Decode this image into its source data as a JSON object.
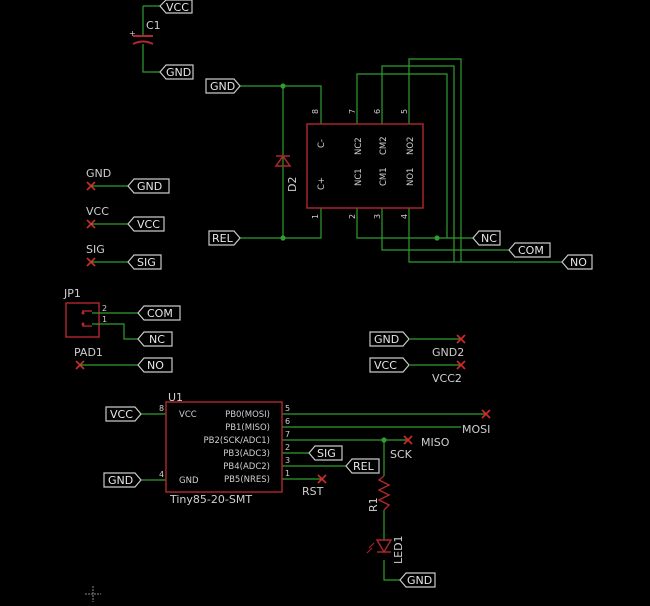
{
  "parts": {
    "c1": {
      "name": "C1",
      "top_net": "VCC",
      "bottom_net": "GND"
    },
    "relay": {
      "diode": "D2",
      "inner_left": [
        "C-",
        "C+"
      ],
      "inner_cols": [
        {
          "top": "NC2",
          "bottom": "NC1"
        },
        {
          "top": "CM2",
          "bottom": "CM1"
        },
        {
          "top": "NO2",
          "bottom": "NO1"
        }
      ],
      "pins_top": [
        "8",
        "7",
        "6",
        "5"
      ],
      "pins_bottom": [
        "1",
        "2",
        "3",
        "4"
      ],
      "gnd_label": "GND",
      "rel_label": "REL",
      "out_labels": [
        "NC",
        "COM",
        "NO"
      ]
    },
    "pads": [
      {
        "pad": "GND",
        "label": "GND"
      },
      {
        "pad": "VCC",
        "label": "VCC"
      },
      {
        "pad": "SIG",
        "label": "SIG"
      }
    ],
    "jp1": {
      "name": "JP1",
      "pin2": "2",
      "pin1": "1",
      "net2": "COM",
      "net1": "NC",
      "pad_name": "PAD1",
      "pad_net": "NO"
    },
    "right_pads": [
      {
        "label": "GND",
        "name": "GND2"
      },
      {
        "label": "VCC",
        "name": "VCC2"
      }
    ],
    "u1": {
      "name": "U1",
      "part": "Tiny85-20-SMT",
      "vcc_label": "VCC",
      "gnd_label": "GND",
      "inner_vcc": "VCC",
      "inner_gnd": "GND",
      "pin_vcc": "8",
      "pin_gnd": "4",
      "right_pins": [
        {
          "num": "5",
          "label": "PB0(MOSI)"
        },
        {
          "num": "6",
          "label": "PB1(MISO)"
        },
        {
          "num": "7",
          "label": "PB2(SCK/ADC1)"
        },
        {
          "num": "2",
          "label": "PB3(ADC3)"
        },
        {
          "num": "3",
          "label": "PB4(ADC2)"
        },
        {
          "num": "1",
          "label": "PB5(NRES)"
        }
      ],
      "mosi": "MOSI",
      "miso": "MISO",
      "sck": "SCK",
      "sig": "SIG",
      "rel": "REL",
      "rst": "RST"
    },
    "r1": "R1",
    "led1": "LED1",
    "led_gnd": "GND"
  },
  "colors": {
    "wire": "#2f9d2f",
    "part": "#b2272e",
    "label_outline": "#c9c9c9",
    "no_connect": "#d02a2a"
  }
}
